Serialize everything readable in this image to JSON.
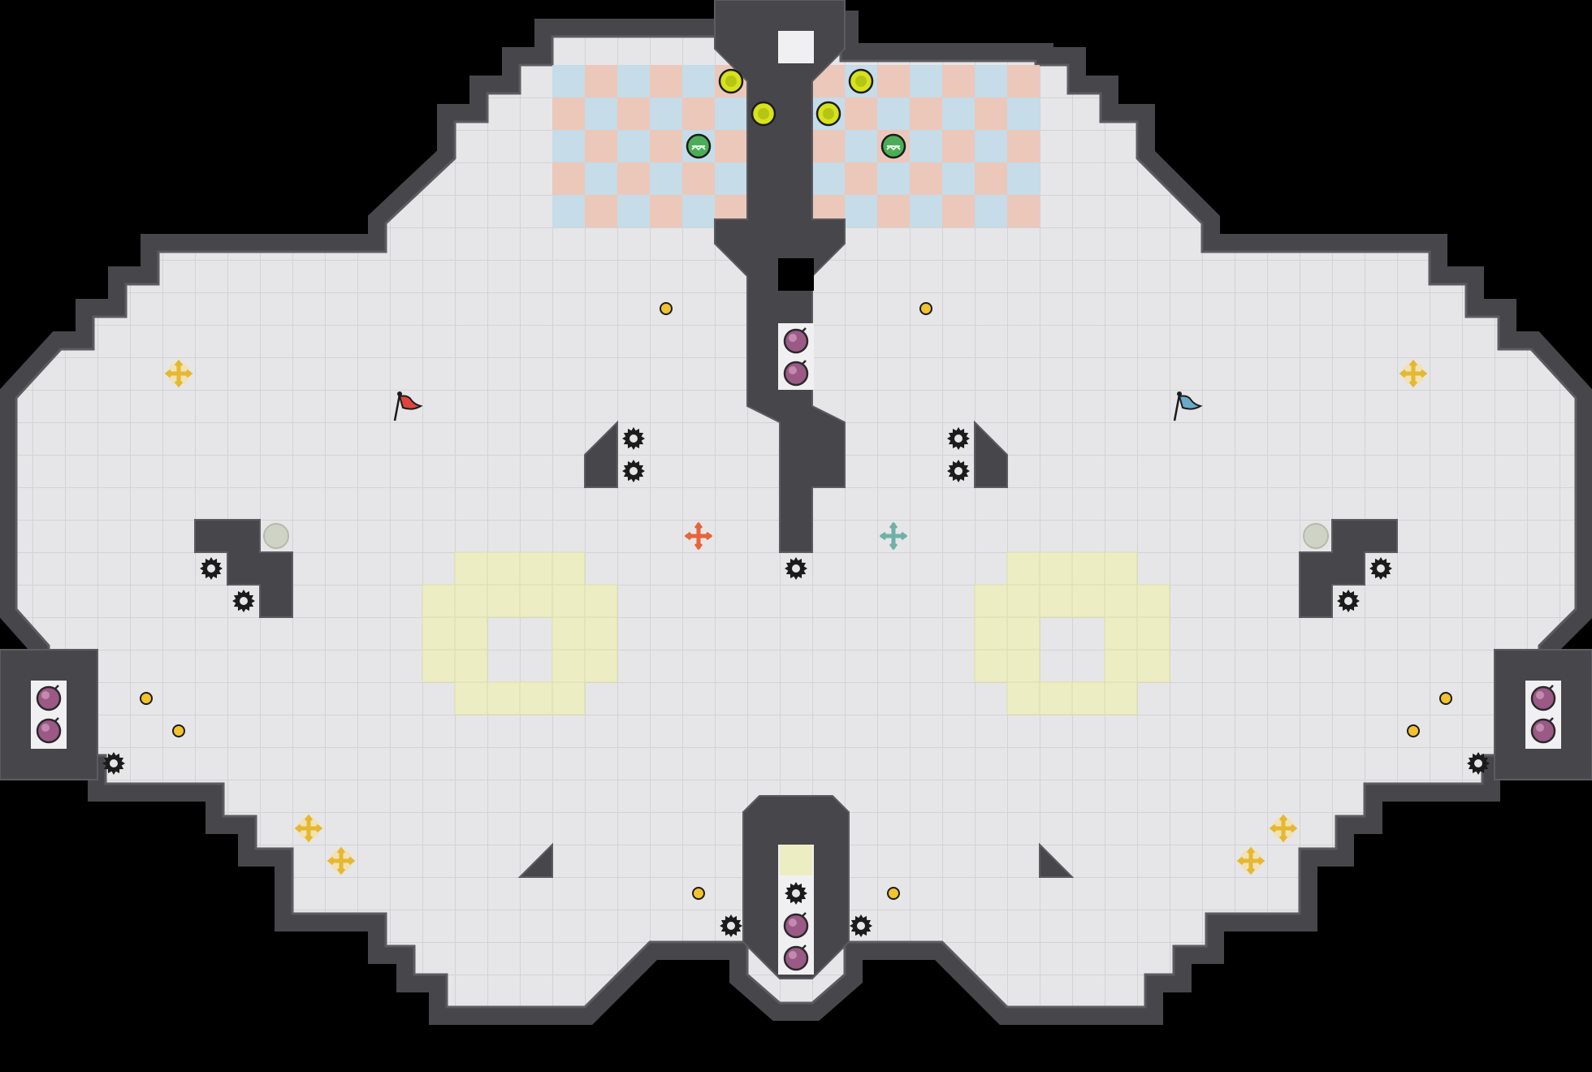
{
  "map": {
    "title": "",
    "cols": 49,
    "rows": 33,
    "colors": {
      "background": "#000000",
      "wall": "#46464b",
      "wall_edge": "#5b5b61",
      "floor": "#e6e6e8",
      "floor_line": "#d3d3d6",
      "red_team_tile": "#ecc6b8",
      "blue_team_tile": "#c4dbe8",
      "yellow_zone": "#ededc3",
      "yellow_boost": "#e6b830",
      "red_flag": "#e0443c",
      "blue_flag": "#6aaac8",
      "red_spawn_marker": "#e8643a",
      "blue_spawn_marker": "#6fb1a8",
      "bomb": "#9b5a86",
      "spike": "#1b1b1b",
      "powerup": "#d6e21e",
      "gate": "#4bae57",
      "coin": "#f2c230"
    },
    "legend_icons": {
      "flag": "flag-icon",
      "bomb": "bomb-icon",
      "spike": "spike-icon",
      "boost": "boost-icon",
      "powerup": "powerup-icon",
      "portal": "portal-icon",
      "spawn": "spawn-marker-icon",
      "gate": "gate-icon",
      "coin": "coin-icon"
    },
    "objects": {
      "flags": [
        {
          "team": "red",
          "col": 12,
          "row": 12
        },
        {
          "team": "blue",
          "col": 36,
          "row": 12
        }
      ],
      "spawn_markers": [
        {
          "team": "red",
          "col": 21,
          "row": 16
        },
        {
          "team": "blue",
          "col": 27,
          "row": 16
        }
      ],
      "bombs": [
        {
          "col": 24,
          "row": 10
        },
        {
          "col": 24,
          "row": 11
        },
        {
          "col": 1,
          "row": 21
        },
        {
          "col": 1,
          "row": 22
        },
        {
          "col": 47,
          "row": 21
        },
        {
          "col": 47,
          "row": 22
        },
        {
          "col": 24,
          "row": 28
        },
        {
          "col": 24,
          "row": 29
        }
      ],
      "spikes": [
        {
          "col": 19,
          "row": 13
        },
        {
          "col": 19,
          "row": 14
        },
        {
          "col": 29,
          "row": 13
        },
        {
          "col": 29,
          "row": 14
        },
        {
          "col": 6,
          "row": 17
        },
        {
          "col": 7,
          "row": 18
        },
        {
          "col": 42,
          "row": 17
        },
        {
          "col": 41,
          "row": 18
        },
        {
          "col": 24,
          "row": 17
        },
        {
          "col": 3,
          "row": 23
        },
        {
          "col": 45,
          "row": 23
        },
        {
          "col": 24,
          "row": 27
        },
        {
          "col": 22,
          "row": 28
        },
        {
          "col": 26,
          "row": 28
        }
      ],
      "boosts": [
        {
          "col": 5,
          "row": 11
        },
        {
          "col": 43,
          "row": 11
        },
        {
          "col": 9,
          "row": 25
        },
        {
          "col": 10,
          "row": 26
        },
        {
          "col": 39,
          "row": 25
        },
        {
          "col": 38,
          "row": 26
        }
      ],
      "powerups": [
        {
          "col": 22,
          "row": 2
        },
        {
          "col": 23,
          "row": 3
        },
        {
          "col": 26,
          "row": 2
        },
        {
          "col": 25,
          "row": 3
        }
      ],
      "gates": [
        {
          "col": 21,
          "row": 4
        },
        {
          "col": 27,
          "row": 4
        }
      ],
      "portals": [
        {
          "col": 8,
          "row": 16
        },
        {
          "col": 40,
          "row": 16
        }
      ],
      "coins": [
        {
          "col": 20,
          "row": 9
        },
        {
          "col": 28,
          "row": 9
        },
        {
          "col": 4,
          "row": 21
        },
        {
          "col": 5,
          "row": 22
        },
        {
          "col": 44,
          "row": 21
        },
        {
          "col": 43,
          "row": 22
        },
        {
          "col": 21,
          "row": 27
        },
        {
          "col": 27,
          "row": 27
        }
      ]
    }
  }
}
